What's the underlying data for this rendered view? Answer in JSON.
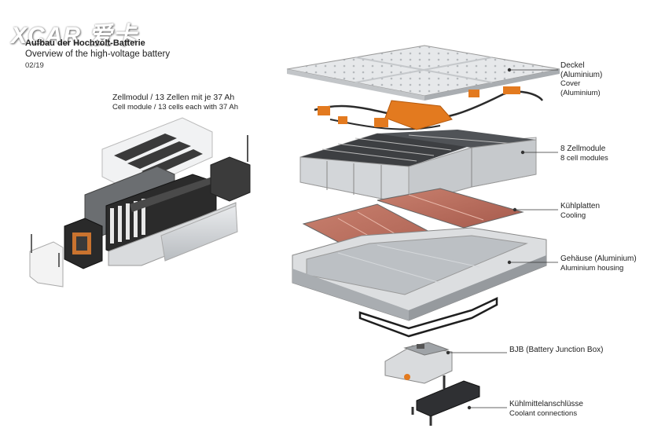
{
  "logo": "XCAR 爱卡",
  "header": {
    "title_de": "Aufbau der Hochvolt-Batterie",
    "title_en": "Overview of the high-voltage battery",
    "page": "02/19"
  },
  "cell_module_label": {
    "de": "Zellmodul / 13 Zellen mit je 37 Ah",
    "en": "Cell module / 13 cells each with 37 Ah"
  },
  "labels": [
    {
      "id": "cover",
      "de": "Deckel",
      "de2": "(Aluminium)",
      "en": "Cover",
      "en2": "(Aluminium)"
    },
    {
      "id": "modules",
      "de": "8 Zellmodule",
      "en": "8 cell modules"
    },
    {
      "id": "cooling",
      "de": "Kühlplatten",
      "en": "Cooling"
    },
    {
      "id": "housing",
      "de": "Gehäuse (Aluminium)",
      "en": "Aluminium housing"
    },
    {
      "id": "bjb",
      "de": "BJB (Battery Junction Box)"
    },
    {
      "id": "coolant",
      "de": "Kühlmittelanschlüsse",
      "en": "Coolant connections"
    }
  ]
}
